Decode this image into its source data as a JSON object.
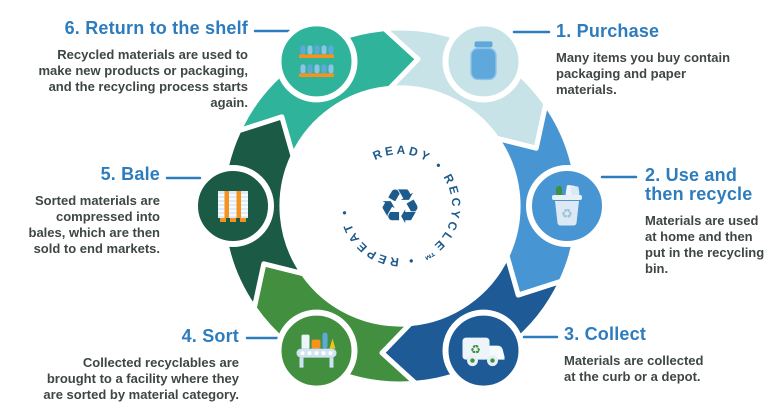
{
  "colors": {
    "step1": "#c8e3e7",
    "step2": "#4795d3",
    "step3": "#1e5a96",
    "step4": "#42903f",
    "step5": "#1b5a45",
    "step6": "#2fb39b",
    "heading": "#2d7cbd",
    "body": "#3e4742",
    "center": "#1e5b8d",
    "icon_orange": "#f6921e",
    "icon_blue": "#5fa8dc",
    "icon_pale": "#e9f2f9"
  },
  "center": {
    "circular_text": "READY • RECYCLE™ • REPEAT •",
    "recycle_symbol": "♻︎"
  },
  "steps": [
    {
      "label": "1. Purchase",
      "description": "Many items you buy contain packaging and paper materials.",
      "icon": "jar-icon",
      "color": "#c8e3e7"
    },
    {
      "label": "2. Use and then recycle",
      "description": "Materials are used at home and then put in the recycling bin.",
      "icon": "recycling-bin-icon",
      "color": "#4795d3"
    },
    {
      "label": "3. Collect",
      "description": "Materials are collected at the curb or a depot.",
      "icon": "collection-truck-icon",
      "color": "#1e5a96"
    },
    {
      "label": "4. Sort",
      "description": "Collected recyclables are brought to a facility where they are sorted by material category.",
      "icon": "sorting-conveyor-icon",
      "color": "#42903f"
    },
    {
      "label": "5. Bale",
      "description": "Sorted materials are compressed into bales, which are then sold to end markets.",
      "icon": "bale-icon",
      "color": "#1b5a45"
    },
    {
      "label": "6. Return to the shelf",
      "description": "Recycled materials are used to make new products or packaging, and the recycling process starts again.",
      "icon": "shelf-icon",
      "color": "#2fb39b"
    }
  ]
}
